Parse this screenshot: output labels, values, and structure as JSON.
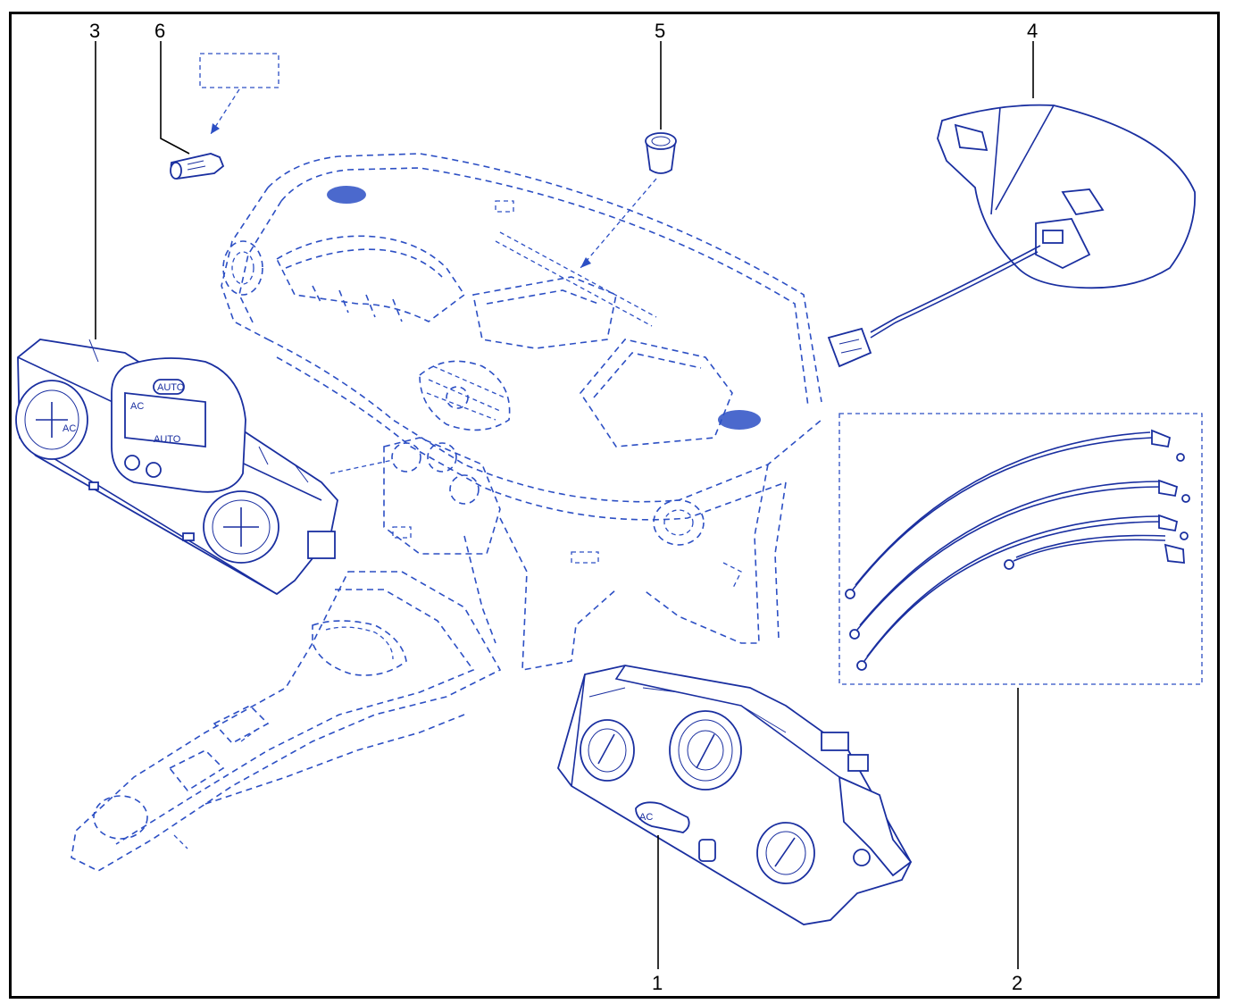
{
  "callouts": [
    {
      "id": "1",
      "label": "1"
    },
    {
      "id": "2",
      "label": "2"
    },
    {
      "id": "3",
      "label": "3"
    },
    {
      "id": "4",
      "label": "4"
    },
    {
      "id": "5",
      "label": "5"
    },
    {
      "id": "6",
      "label": "6"
    }
  ],
  "panel_markings": {
    "auto_button": "AUTO",
    "display_auto": "AUTO",
    "ac_left": "AC",
    "ac_display": "AC",
    "ac_button": "AC"
  },
  "colors": {
    "line": "#1a2fa0",
    "dashed": "#2c4fc4",
    "callout": "#000000",
    "border": "#000000"
  }
}
